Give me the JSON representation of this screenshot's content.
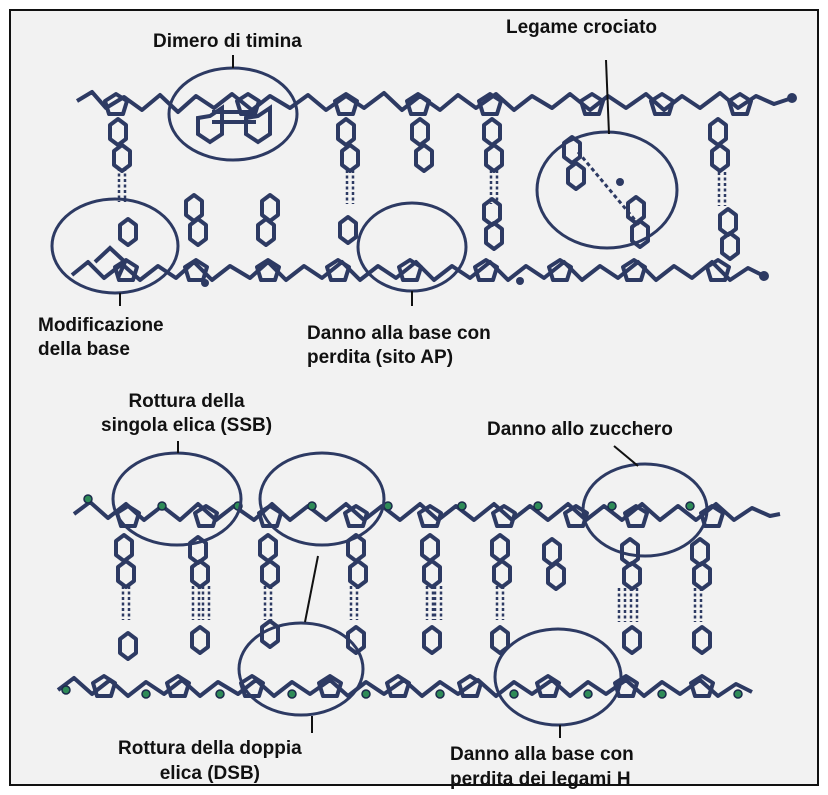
{
  "colors": {
    "panel_background": "#f2f2f2",
    "panel_border": "#111111",
    "strand_color": "#2d3a63",
    "phosphate_dot_color": "#2e8b57",
    "text_color": "#111111"
  },
  "top_diagram": {
    "labels": {
      "thymine_dimer": "Dimero di timina",
      "crosslink": "Legame crociato",
      "base_modification": "Modificazione\ndella base",
      "base_damage_ap_site": "Danno alla base con\nperdita (sito AP)"
    }
  },
  "bottom_diagram": {
    "labels": {
      "single_strand_break": "Rottura della\nsingola elica (SSB)",
      "sugar_damage": "Danno allo zucchero",
      "double_strand_break": "Rottura della doppia\nelica (DSB)",
      "base_damage_h_bonds": "Danno alla base con\nperdita dei legami H"
    }
  }
}
